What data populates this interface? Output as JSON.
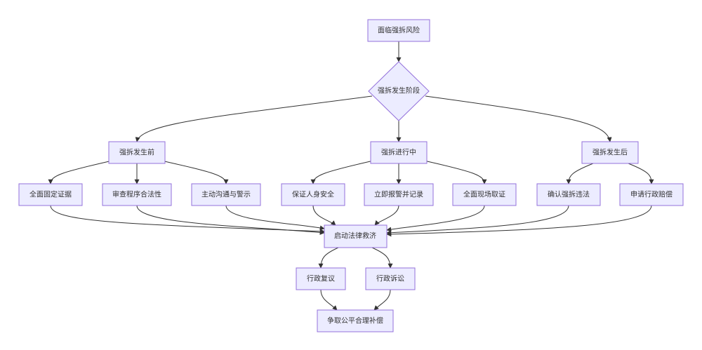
{
  "nodes": {
    "start": "面临强拆风险",
    "stage": "强拆发生阶段",
    "before": "强拆发生前",
    "during": "强拆进行中",
    "after": "强拆发生后",
    "before_1": "全面固定证据",
    "before_2": "审查程序合法性",
    "before_3": "主动沟通与警示",
    "during_1": "保证人身安全",
    "during_2": "立即报警并记录",
    "during_3": "全面现场取证",
    "after_1": "确认强拆违法",
    "after_2": "申请行政赔偿",
    "remedy": "启动法律救济",
    "review": "行政复议",
    "lawsuit": "行政诉讼",
    "compensation": "争取公平合理补偿"
  },
  "colors": {
    "node_fill": "#ECECFF",
    "node_stroke": "#9370DB",
    "edge": "#333333",
    "text": "#333333"
  }
}
